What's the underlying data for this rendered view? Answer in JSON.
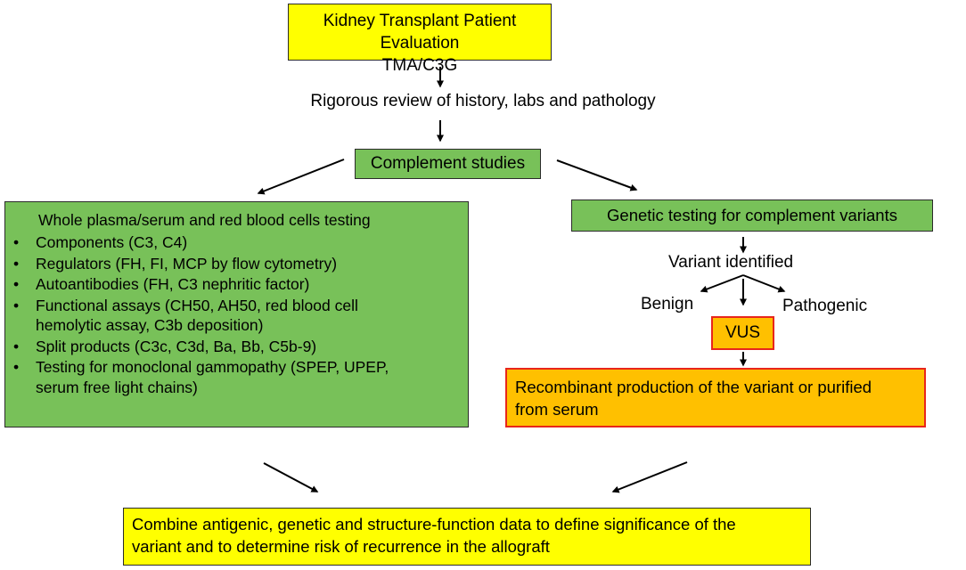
{
  "title_box": {
    "line1": "Kidney Transplant Patient Evaluation",
    "line2": "TMA/C3G"
  },
  "review_label": "Rigorous review of history,  labs and pathology",
  "complement_box": "Complement studies",
  "plasma_box": {
    "title": "Whole plasma/serum and red blood cells testing",
    "items": [
      "Components (C3, C4)",
      "Regulators (FH, FI, MCP by flow cytometry)",
      "Autoantibodies (FH, C3 nephritic factor)",
      "Functional assays (CH50, AH50, red blood cell",
      "Split products (C3c, C3d, Ba, Bb, C5b-9)",
      "Testing for monoclonal gammopathy (SPEP, UPEP,"
    ],
    "item_continuations": [
      "hemolytic assay, C3b deposition)",
      "serum free light chains)"
    ]
  },
  "genetic_box": "Genetic testing for complement variants",
  "variant_label": "Variant identified",
  "benign_label": "Benign",
  "pathogenic_label": "Pathogenic",
  "vus_box": "VUS",
  "recombinant_box": {
    "line1": "Recombinant production of the variant or purified",
    "line2": "from serum"
  },
  "combine_box": {
    "line1": "Combine antigenic, genetic and structure-function data to define significance of the",
    "line2": "variant and to determine risk of recurrence in the allograft"
  },
  "colors": {
    "yellow_box": "#ffff00",
    "green_box": "#78c159",
    "orange_box": "#ffc000",
    "orange_border": "#e8261b",
    "arrow": "#000000"
  }
}
